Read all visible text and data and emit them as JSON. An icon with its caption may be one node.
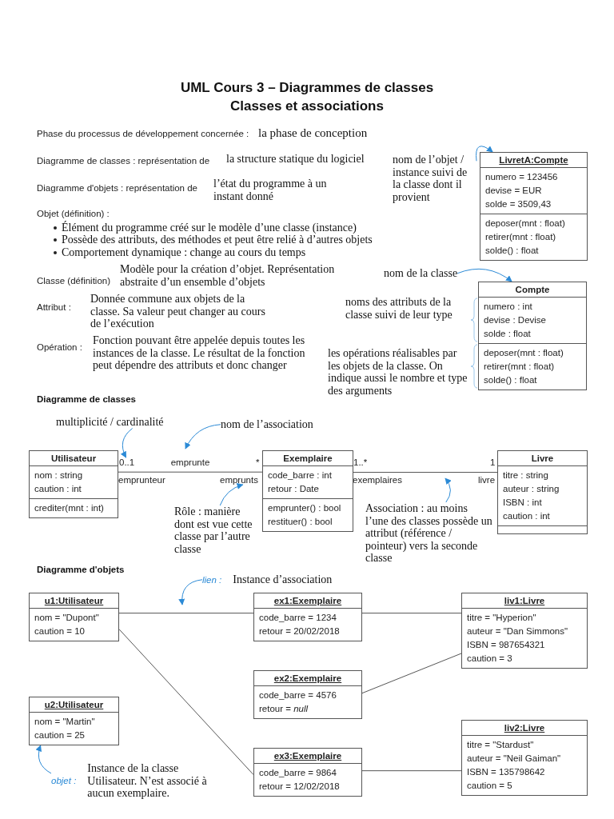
{
  "diagram": {
    "title": "UML Cours 3 – Diagrammes de classes",
    "nodes": [
      {
        "text": [
          "nom de l’objet / instance suivi de la classe dont il provient"
        ]
      },
      {
        "text": [
          "LivretA:Compte",
          "numero = 123456",
          "devise = EUR",
          "solde = 3509,43",
          "deposer(mnt : float)",
          "retirer(mnt : float)",
          "solde() : float"
        ]
      },
      {
        "text": [
          "nom de la classe"
        ]
      },
      {
        "text": [
          "Compte",
          "numero : int",
          "devise : Devise",
          "solde : float",
          "deposer(mnt : float)",
          "retirer(mnt : float)",
          "solde() : float"
        ]
      },
      {
        "text": [
          "multiplicité / cardinalité"
        ]
      },
      {
        "text": [
          "nom de l’association"
        ]
      },
      {
        "text": [
          "Utilisateur",
          "nom : string",
          "caution : int",
          "crediter(mnt : int)"
        ]
      },
      {
        "text": [
          "Exemplaire",
          "code_barre : int",
          "retour : Date",
          "emprunter() : bool",
          "restituer() : bool"
        ]
      },
      {
        "text": [
          "Livre",
          "titre : string",
          "auteur : string",
          "ISBN : int",
          "caution : int"
        ]
      },
      {
        "text": [
          "Rôle : manière dont est vue cette classe par l’autre classe"
        ]
      },
      {
        "text": [
          "Association : au moins l’une des classes possède un attribut (référence / pointeur) vers la seconde classe"
        ]
      },
      {
        "text": [
          "lien :",
          "Instance d’association"
        ]
      },
      {
        "text": [
          "u1:Utilisateur",
          "nom = \"Dupont\"",
          "caution = 10"
        ]
      },
      {
        "text": [
          "ex1:Exemplaire",
          "code_barre = 1234",
          "retour = 20/02/2018"
        ]
      },
      {
        "text": [
          "liv1:Livre",
          "titre = \"Hyperion\"",
          "auteur = \"Dan Simmons\"",
          "ISBN = 987654321",
          "caution = 3"
        ]
      },
      {
        "text": [
          "ex2:Exemplaire",
          "code_barre = 4576",
          "retour = *null*"
        ]
      },
      {
        "text": [
          "u2:Utilisateur",
          "nom = \"Martin\"",
          "caution = 25"
        ]
      },
      {
        "text": [
          "liv2:Livre",
          "titre = \"Stardust\"",
          "auteur = \"Neil Gaiman\"",
          "ISBN = 135798642",
          "caution = 5"
        ]
      },
      {
        "text": [
          "ex3:Exemplaire",
          "code_barre = 9864",
          "retour = 12/02/2018"
        ]
      },
      {
        "text": [
          "objet :",
          "Instance de la classe Utilisateur. N’est associé à aucun exemplaire."
        ]
      },
      {
        "text": [
          "0..1"
        ]
      },
      {
        "text": [
          "emprunts"
        ]
      }
    ],
    "edges": [
      {
        "from": 0,
        "to": 1,
        "arrow": "to",
        "color": "#2b8ad6"
      },
      {
        "from": 2,
        "to": 3,
        "arrow": "to",
        "color": "#2b8ad6"
      },
      {
        "from": 4,
        "to": 20,
        "arrow": "to",
        "color": "#2b8ad6"
      },
      {
        "from": 5,
        "to": null,
        "arrow": "to",
        "color": "#2b8ad6"
      },
      {
        "from": 6,
        "to": 7,
        "arrow": "none",
        "label": "emprunte",
        "color": "#555555"
      },
      {
        "from": 7,
        "to": 8,
        "arrow": "none",
        "color": "#555555"
      },
      {
        "from": 9,
        "to": 21,
        "arrow": "to",
        "color": "#2b8ad6"
      },
      {
        "from": 10,
        "to": null,
        "arrow": "to",
        "color": "#2b8ad6"
      },
      {
        "from": 11,
        "to": null,
        "arrow": "to",
        "color": "#2b8ad6"
      },
      {
        "from": 12,
        "to": 13,
        "arrow": "none",
        "color": "#555555"
      },
      {
        "from": 13,
        "to": 14,
        "arrow": "none",
        "color": "#555555"
      },
      {
        "from": 12,
        "to": 18,
        "arrow": "none",
        "color": "#555555"
      },
      {
        "from": 15,
        "to": 14,
        "arrow": "none",
        "color": "#555555"
      },
      {
        "from": 18,
        "to": 17,
        "arrow": "none",
        "color": "#555555"
      },
      {
        "from": 19,
        "to": 16,
        "arrow": "to",
        "color": "#2b8ad6"
      }
    ],
    "labels": [
      "Classes et associations",
      "Phase du processus de développement concernée :",
      "la phase de conception",
      "Diagramme de classes : représentation de",
      "la structure statique du logiciel",
      "Diagramme d'objets : représentation de",
      "l’état du programme à un instant donné",
      "Objet (définition) :",
      "Élément du programme créé sur le modèle d’une classe (instance)",
      "Possède des attributs, des méthodes et peut être relié à d’autres objets",
      "Comportement dynamique : change au cours du temps",
      "Classe (définition)",
      "Modèle pour la création d’objet. Représentation abstraite d’un ensemble d’objets",
      "Attribut :",
      "Donnée commune aux objets de la classe. Sa valeur peut changer au cours de l’exécution",
      "noms des attributs de la classe suivi de leur type",
      "Opération :",
      "Fonction pouvant être appelée depuis toutes les instances de la classe. Le résultat de la fonction peut dépendre des attributs et donc changer",
      "les opérations réalisables par les objets de la classe. On indique aussi le nombre et type des arguments",
      "Diagramme de classes",
      "*",
      "1..*",
      "1",
      "emprunteur",
      "exemplaires",
      "livre",
      "Diagramme d'objets"
    ]
  }
}
